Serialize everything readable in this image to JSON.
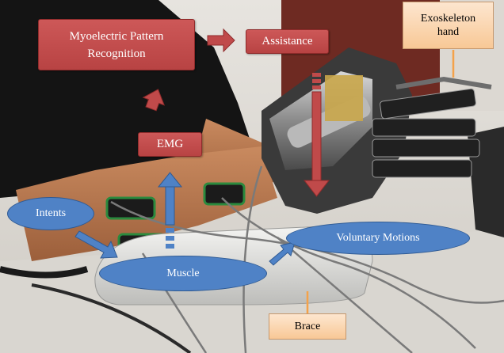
{
  "labels": {
    "pattern_recognition": "Myoelectric Pattern Recognition",
    "assistance": "Assistance",
    "exoskeleton_hand": "Exoskeleton hand",
    "emg": "EMG",
    "intents": "Intents",
    "muscle": "Muscle",
    "voluntary_motions": "Voluntary Motions",
    "brace": "Brace"
  },
  "colors": {
    "red_box": "#c04a4a",
    "blue_ellipse": "#4f82c6",
    "peach_box": "#fbd6b0",
    "leader_line": "#f4a24a"
  }
}
